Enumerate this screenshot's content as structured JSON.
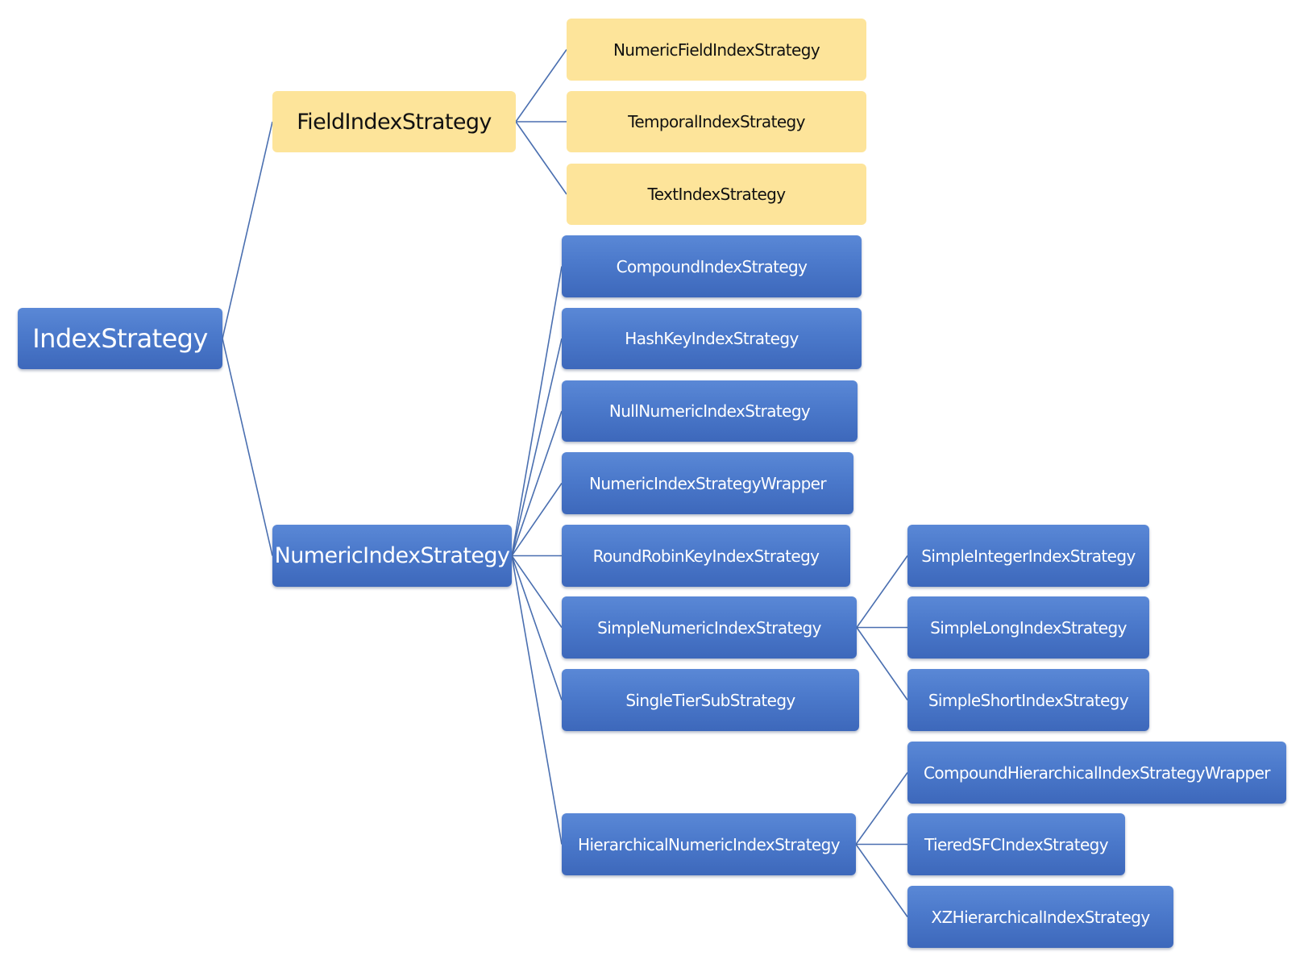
{
  "diagram": {
    "colors": {
      "class_fill": "#4b79cb",
      "field_fill": "#fde49a",
      "connector": "#4a6fb0"
    },
    "nodes": {
      "index_strategy": "IndexStrategy",
      "field_index_strategy": "FieldIndexStrategy",
      "numeric_field_index_strategy": "NumericFieldIndexStrategy",
      "temporal_index_strategy": "TemporalIndexStrategy",
      "text_index_strategy": "TextIndexStrategy",
      "numeric_index_strategy": "NumericIndexStrategy",
      "compound_index_strategy": "CompoundIndexStrategy",
      "hash_key_index_strategy": "HashKeyIndexStrategy",
      "null_numeric_index_strategy": "NullNumericIndexStrategy",
      "numeric_index_strategy_wrapper": "NumericIndexStrategyWrapper",
      "round_robin_key_index_strategy": "RoundRobinKeyIndexStrategy",
      "simple_numeric_index_strategy": "SimpleNumericIndexStrategy",
      "single_tier_sub_strategy": "SingleTierSubStrategy",
      "hierarchical_numeric_index_strategy": "HierarchicalNumericIndexStrategy",
      "simple_integer_index_strategy": "SimpleIntegerIndexStrategy",
      "simple_long_index_strategy": "SimpleLongIndexStrategy",
      "simple_short_index_strategy": "SimpleShortIndexStrategy",
      "compound_hierarchical_index_strategy_wrapper": "CompoundHierarchicalIndexStrategyWrapper",
      "tiered_sfc_index_strategy": "TieredSFCIndexStrategy",
      "xz_hierarchical_index_strategy": "XZHierarchicalIndexStrategy"
    },
    "edges": [
      [
        "index_strategy",
        "field_index_strategy"
      ],
      [
        "index_strategy",
        "numeric_index_strategy"
      ],
      [
        "field_index_strategy",
        "numeric_field_index_strategy"
      ],
      [
        "field_index_strategy",
        "temporal_index_strategy"
      ],
      [
        "field_index_strategy",
        "text_index_strategy"
      ],
      [
        "numeric_index_strategy",
        "compound_index_strategy"
      ],
      [
        "numeric_index_strategy",
        "hash_key_index_strategy"
      ],
      [
        "numeric_index_strategy",
        "null_numeric_index_strategy"
      ],
      [
        "numeric_index_strategy",
        "numeric_index_strategy_wrapper"
      ],
      [
        "numeric_index_strategy",
        "round_robin_key_index_strategy"
      ],
      [
        "numeric_index_strategy",
        "simple_numeric_index_strategy"
      ],
      [
        "numeric_index_strategy",
        "single_tier_sub_strategy"
      ],
      [
        "numeric_index_strategy",
        "hierarchical_numeric_index_strategy"
      ],
      [
        "simple_numeric_index_strategy",
        "simple_integer_index_strategy"
      ],
      [
        "simple_numeric_index_strategy",
        "simple_long_index_strategy"
      ],
      [
        "simple_numeric_index_strategy",
        "simple_short_index_strategy"
      ],
      [
        "hierarchical_numeric_index_strategy",
        "compound_hierarchical_index_strategy_wrapper"
      ],
      [
        "hierarchical_numeric_index_strategy",
        "tiered_sfc_index_strategy"
      ],
      [
        "hierarchical_numeric_index_strategy",
        "xz_hierarchical_index_strategy"
      ]
    ]
  }
}
